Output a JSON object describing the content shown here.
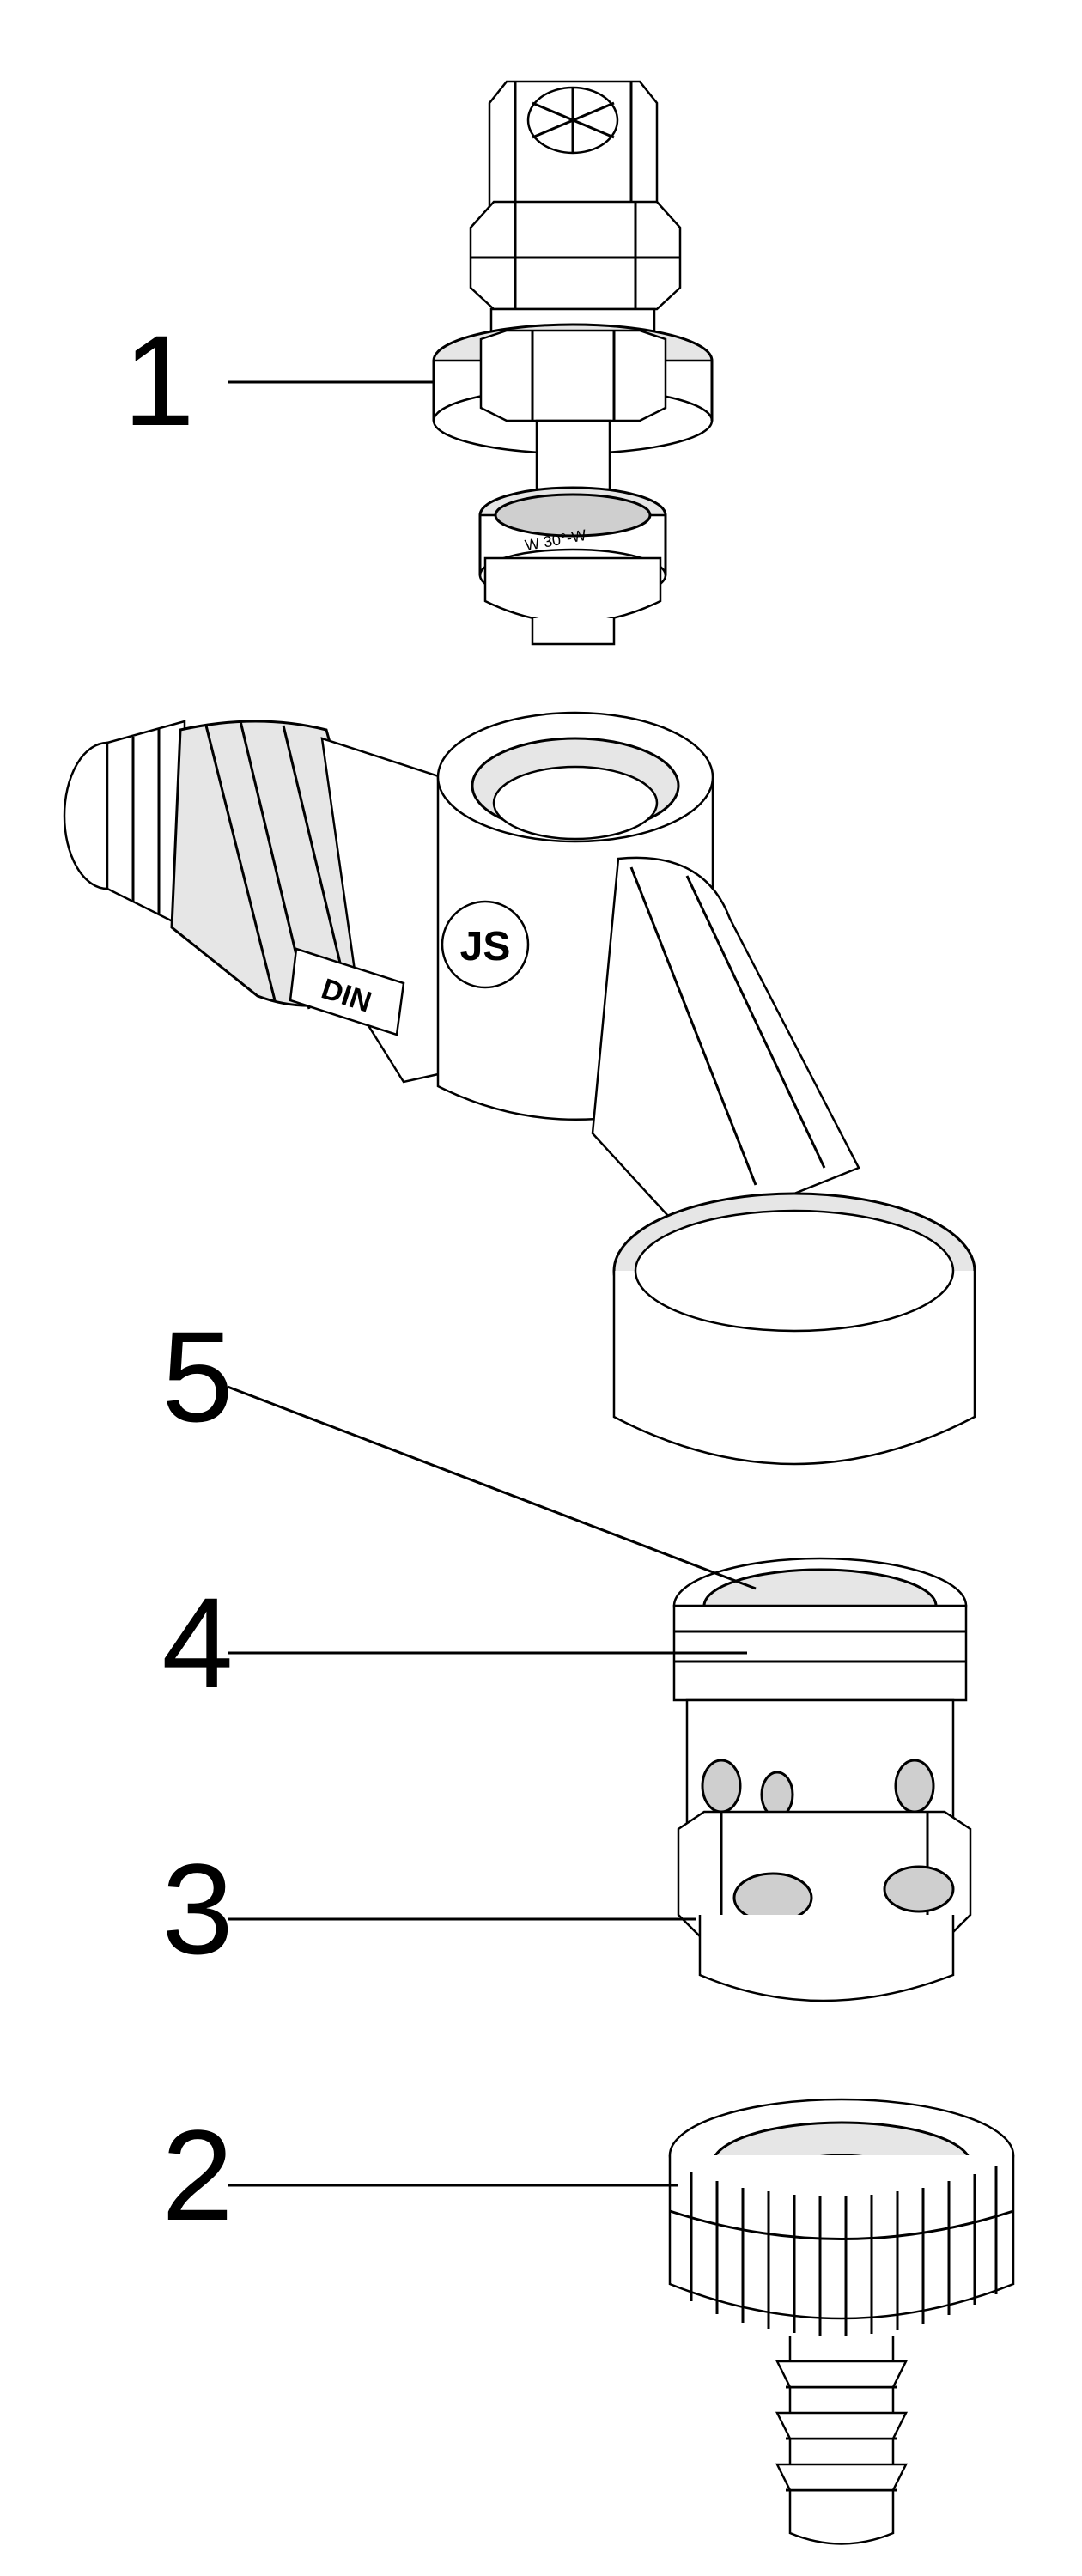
{
  "callouts": [
    {
      "id": "1",
      "label": "1"
    },
    {
      "id": "5",
      "label": "5"
    },
    {
      "id": "4",
      "label": "4"
    },
    {
      "id": "3",
      "label": "3"
    },
    {
      "id": "2",
      "label": "2"
    }
  ],
  "markings": {
    "din_label": "DIN",
    "logo_text": "JS",
    "valve_text": "W 30°-W"
  }
}
